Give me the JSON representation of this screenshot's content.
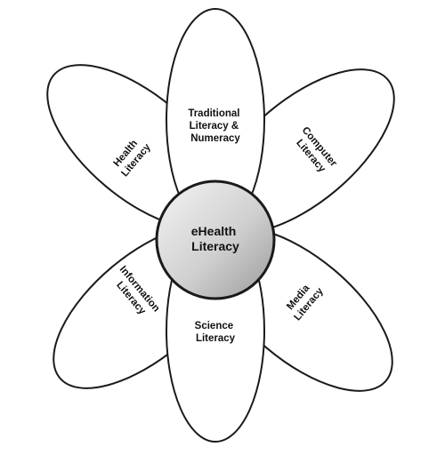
{
  "center": {
    "lines": [
      "eHealth",
      "Literacy"
    ]
  },
  "petals": [
    {
      "id": "traditional",
      "lines": [
        "Traditional",
        "Literacy &",
        "Numeracy"
      ]
    },
    {
      "id": "computer",
      "lines": [
        "Computer",
        "Literacy"
      ]
    },
    {
      "id": "media",
      "lines": [
        "Media",
        "Literacy"
      ]
    },
    {
      "id": "science",
      "lines": [
        "Science",
        "Literacy"
      ]
    },
    {
      "id": "information",
      "lines": [
        "Information",
        "Literacy"
      ]
    },
    {
      "id": "health",
      "lines": [
        "Health",
        "Literacy"
      ]
    }
  ],
  "colors": {
    "outline": "#1a1a1a",
    "petal_fill": "#ffffff",
    "center_gradient_light": "#f4f4f4",
    "center_gradient_dark": "#9a9a9a"
  }
}
